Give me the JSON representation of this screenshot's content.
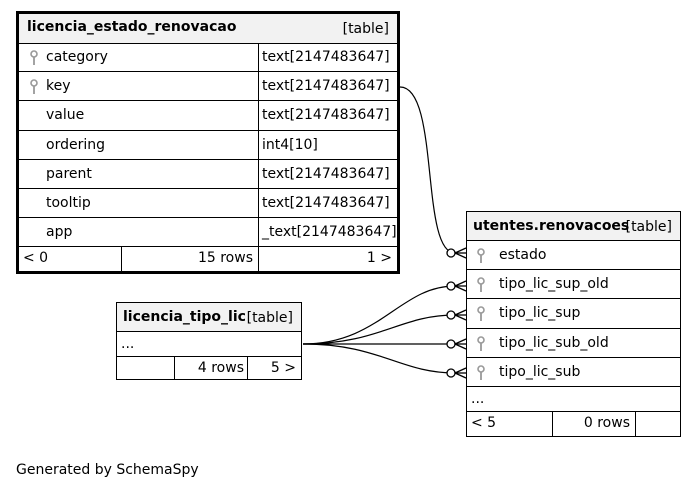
{
  "tables": {
    "estado": {
      "name": "licencia_estado_renovacao",
      "kind": "[table]",
      "columns": [
        {
          "name": "category",
          "type": "text[2147483647]",
          "key": true
        },
        {
          "name": "key",
          "type": "text[2147483647]",
          "key": true
        },
        {
          "name": "value",
          "type": "text[2147483647]",
          "key": false
        },
        {
          "name": "ordering",
          "type": "int4[10]",
          "key": false
        },
        {
          "name": "parent",
          "type": "text[2147483647]",
          "key": false
        },
        {
          "name": "tooltip",
          "type": "text[2147483647]",
          "key": false
        },
        {
          "name": "app",
          "type": "_text[2147483647]",
          "key": false
        }
      ],
      "footer": {
        "left": "< 0",
        "rows": "15 rows",
        "right": "1 >"
      }
    },
    "tipo": {
      "name": "licencia_tipo_lic",
      "kind": "[table]",
      "ellipsis": "...",
      "footer": {
        "left": "",
        "rows": "4 rows",
        "right": "5 >"
      }
    },
    "renov": {
      "name": "utentes.renovacoes",
      "kind": "[table]",
      "columns": [
        {
          "name": "estado",
          "key": true
        },
        {
          "name": "tipo_lic_sup_old",
          "key": true
        },
        {
          "name": "tipo_lic_sup",
          "key": true
        },
        {
          "name": "tipo_lic_sub_old",
          "key": true
        },
        {
          "name": "tipo_lic_sub",
          "key": true
        }
      ],
      "ellipsis": "...",
      "footer": {
        "left": "< 5",
        "rows": "0 rows",
        "right": ""
      }
    }
  },
  "footer_text": "Generated by SchemaSpy"
}
